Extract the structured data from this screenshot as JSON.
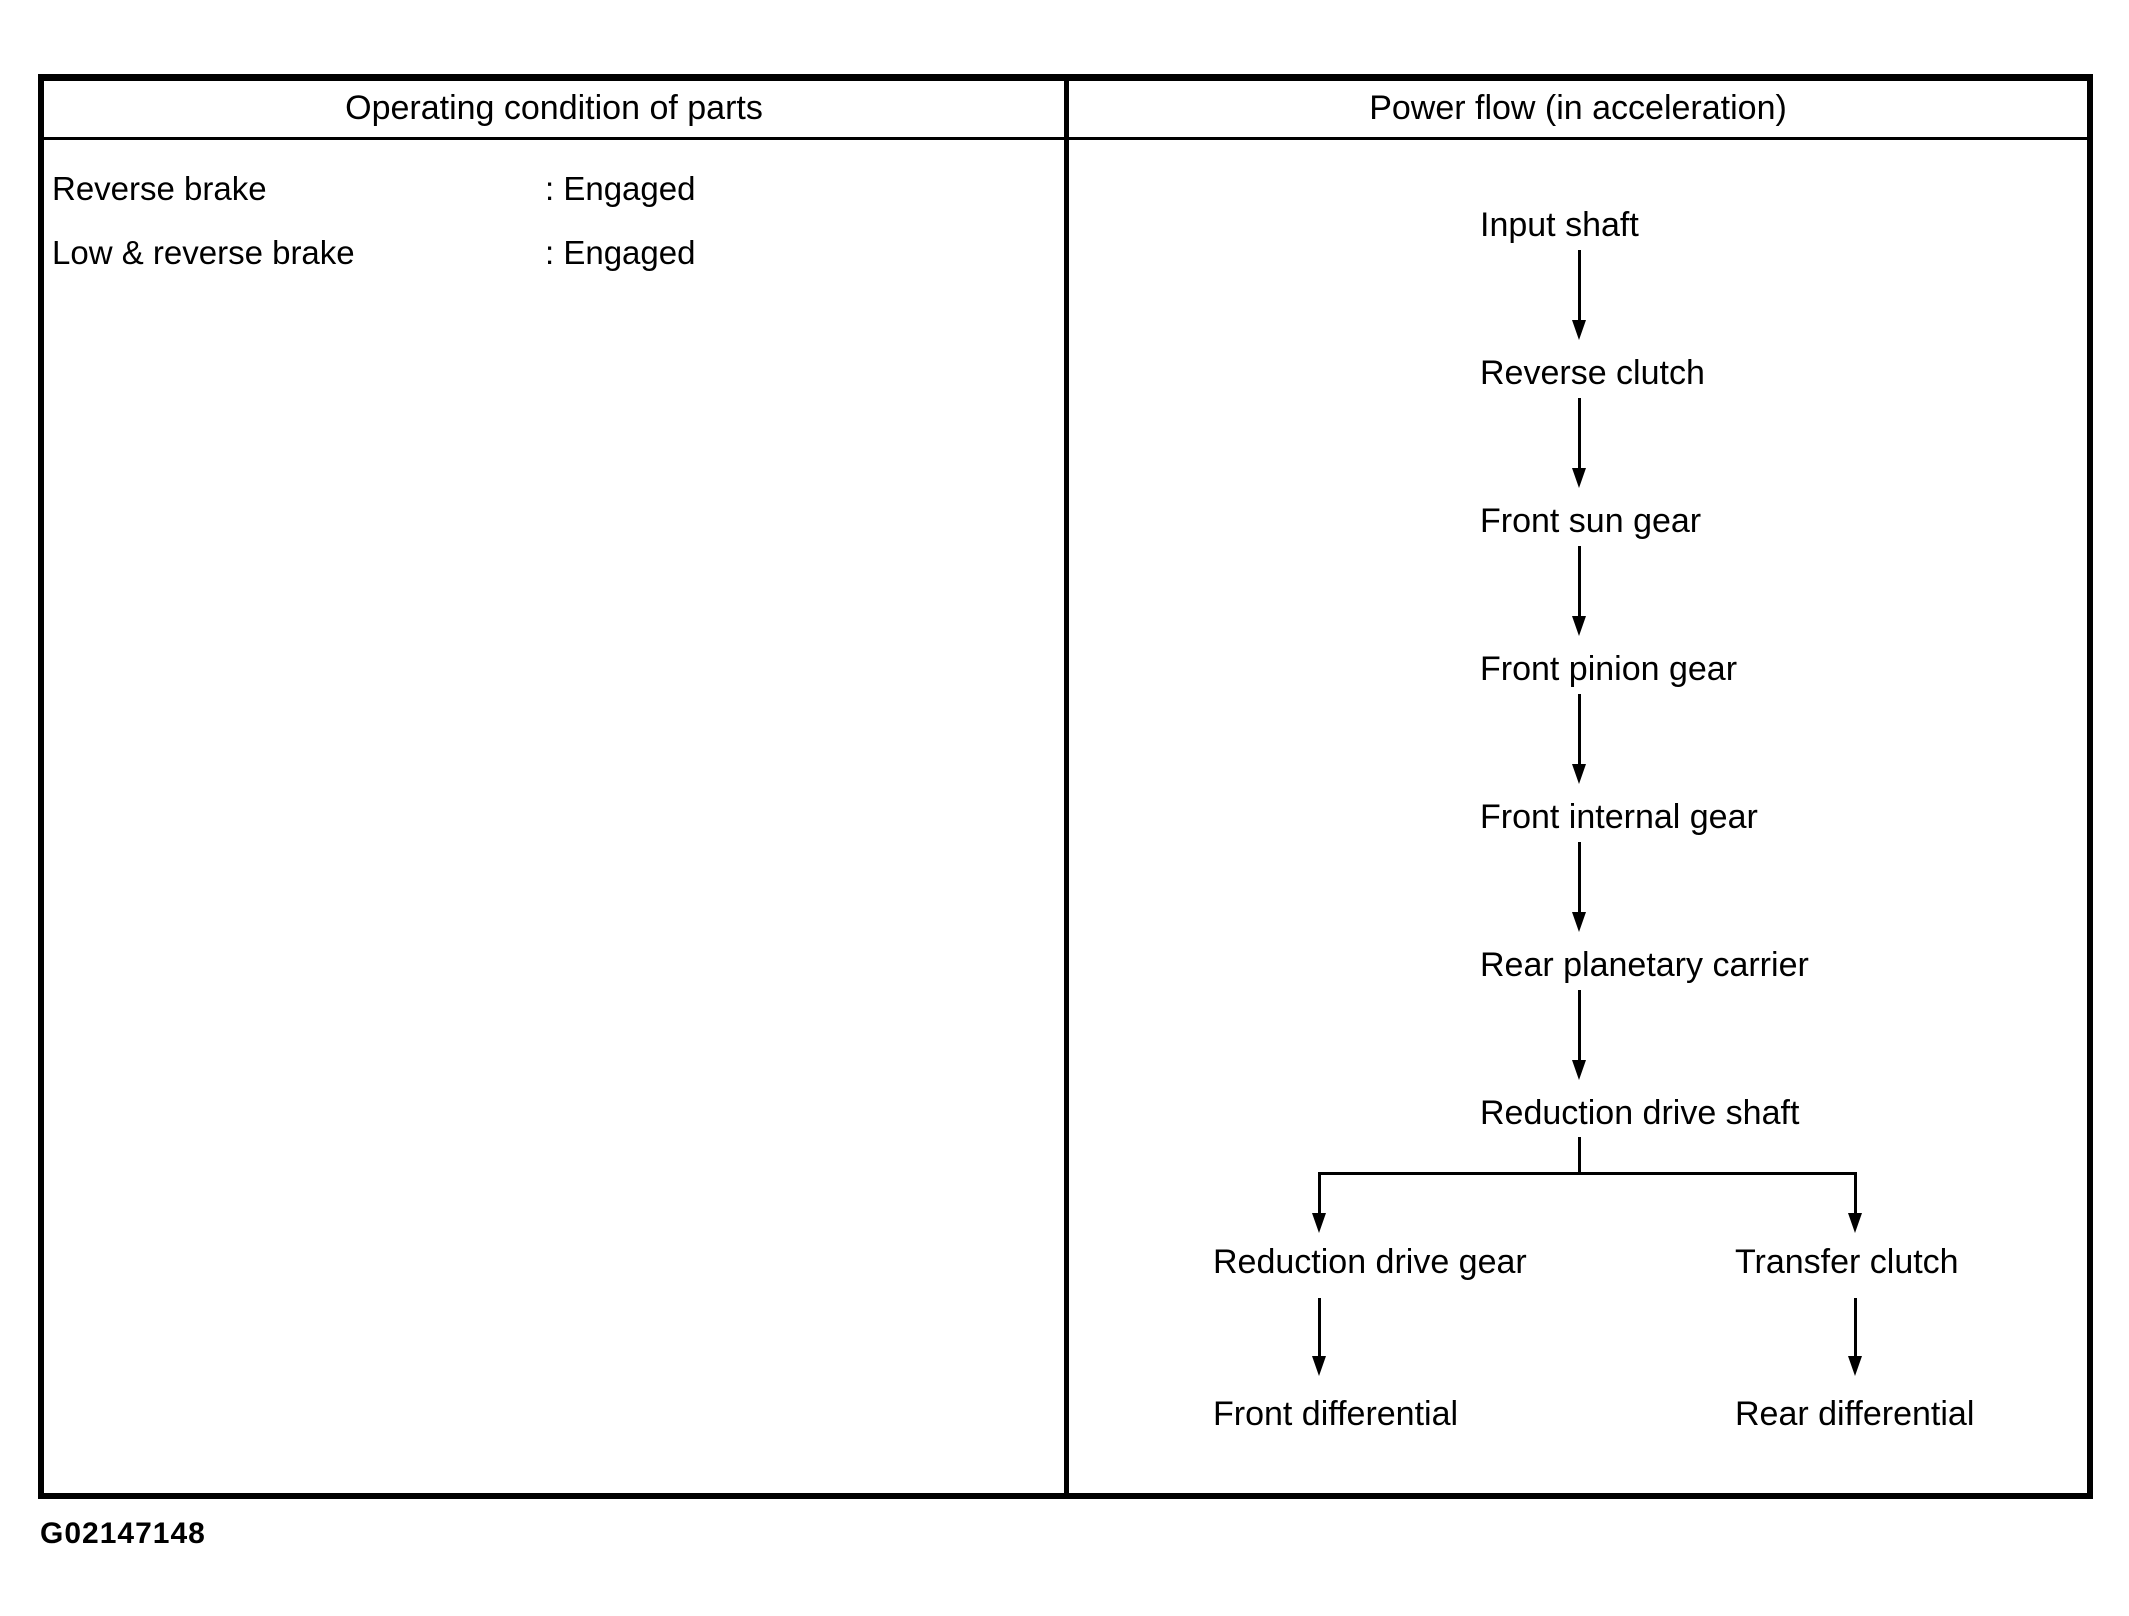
{
  "table": {
    "headers": {
      "left": "Operating condition of parts",
      "right": "Power flow (in acceleration)"
    },
    "operating_conditions": [
      {
        "part": "Reverse brake",
        "value": ": Engaged"
      },
      {
        "part": "Low & reverse brake",
        "value": ": Engaged"
      }
    ],
    "flow": {
      "chain": [
        "Input shaft",
        "Reverse clutch",
        "Front sun gear",
        "Front pinion gear",
        "Front internal gear",
        "Rear planetary carrier",
        "Reduction drive shaft"
      ],
      "branches": [
        {
          "nodes": [
            "Reduction drive gear",
            "Front differential"
          ]
        },
        {
          "nodes": [
            "Transfer clutch",
            "Rear differential"
          ]
        }
      ]
    }
  },
  "footer": {
    "figure_id": "G02147148"
  },
  "colors": {
    "ink": "#000000",
    "background": "#ffffff"
  }
}
